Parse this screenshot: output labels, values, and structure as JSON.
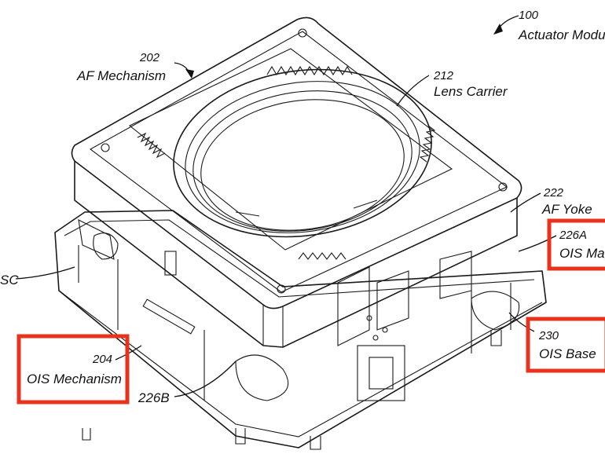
{
  "labels": {
    "actuator": {
      "num": "100",
      "text": "Actuator Modul"
    },
    "af_mechanism": {
      "num": "202",
      "text": "AF Mechanism"
    },
    "lens_carrier": {
      "num": "212",
      "text": "Lens Carrier"
    },
    "af_yoke": {
      "num": "222",
      "text": "AF Yoke"
    },
    "ois_magnet": {
      "num": "226A",
      "text": "OIS Mag"
    },
    "ois_base": {
      "num": "230",
      "text": "OIS Base"
    },
    "ois_mechanism": {
      "num": "204",
      "text": "OIS Mechanism"
    },
    "lower_magnet": {
      "num": "226B"
    },
    "fpc": {
      "text": "SC"
    }
  },
  "highlight_color": "#e8321e"
}
